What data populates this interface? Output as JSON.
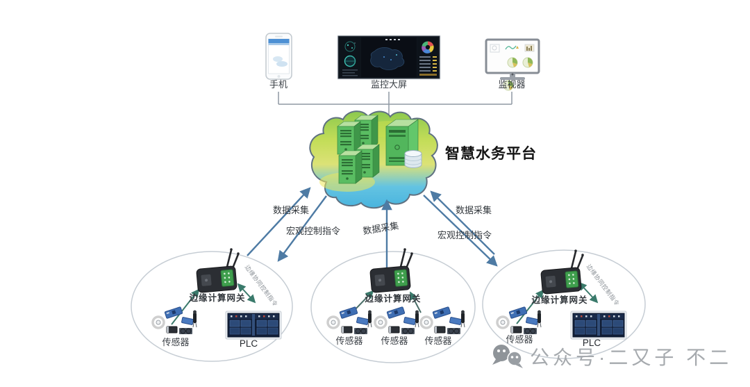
{
  "devices": {
    "phone_label": "手机",
    "big_screen_label": "监控大屏",
    "monitor_label": "监视器"
  },
  "platform": {
    "label": "智慧水务平台"
  },
  "links": {
    "left_up_label": "数据采集",
    "left_down_label": "宏观控制指令",
    "middle_up_label": "数据采集",
    "right_up_label": "数据采集",
    "right_down_label": "宏观控制指令"
  },
  "sites": [
    {
      "name": "left",
      "gateway_label": "边缘计算网关",
      "gateway_label_color": "#f2a33c",
      "edge_link_label": "边缘协同控制指令",
      "sensor_label": "传感器",
      "plc_label": "PLC"
    },
    {
      "name": "middle",
      "gateway_label": "边缘计算网关",
      "gateway_label_color": "#7bccd6",
      "sensor_labels": [
        "传感器",
        "传感器",
        "传感器"
      ]
    },
    {
      "name": "right",
      "gateway_label": "边缘计算网关",
      "gateway_label_color": "#f2a33c",
      "edge_link_label": "边缘协同控制指令",
      "sensor_label": "传感器",
      "plc_label": "PLC"
    }
  ],
  "watermark": {
    "text": "公众号·二又子 不二"
  },
  "colors": {
    "cloud_arrow": "#4e7ba4",
    "edge_arrow": "#3a7a6b",
    "cloud_top": "#9ccf5a",
    "cloud_mid": "#d9e263",
    "cloud_bottom": "#49b4de",
    "server_green": "#5bbf63"
  }
}
